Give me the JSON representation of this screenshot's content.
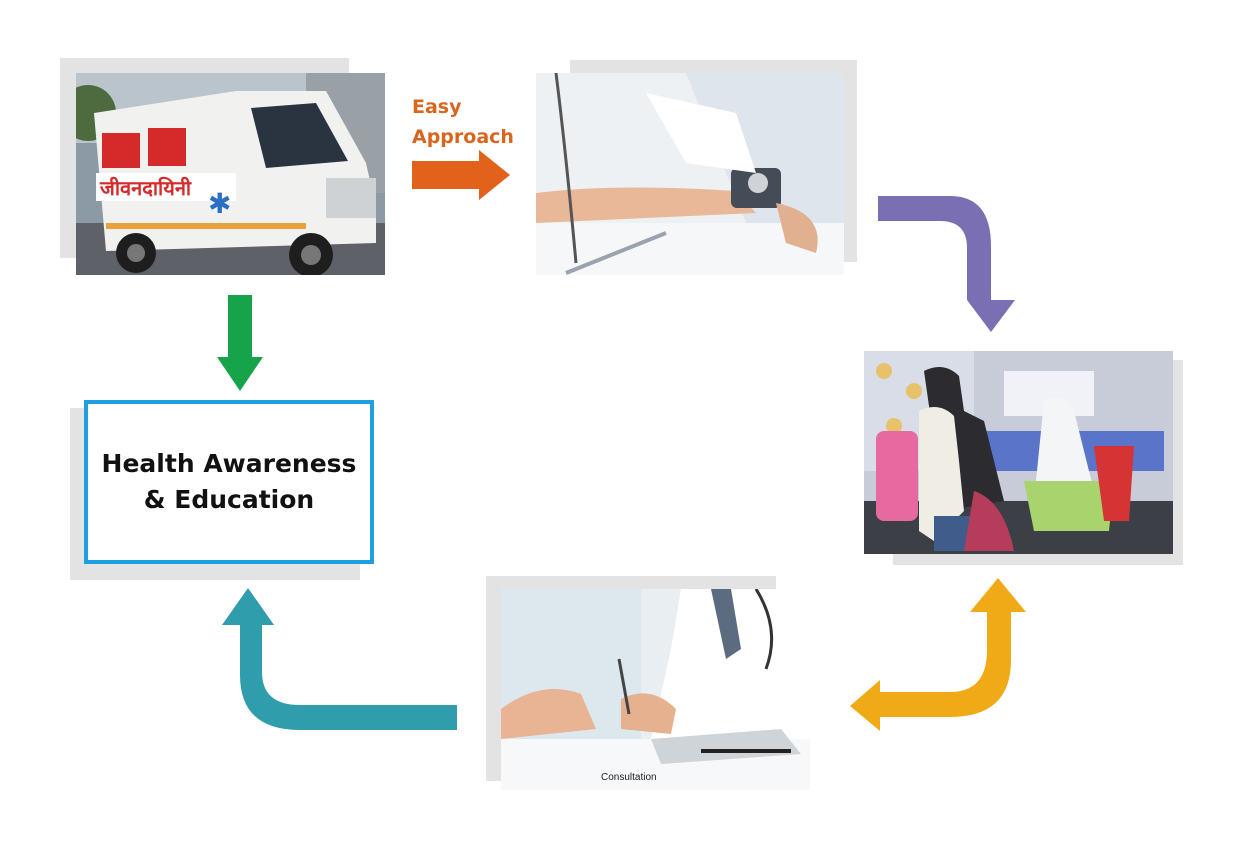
{
  "diagram": {
    "easy_approach": {
      "line1": "Easy",
      "line2": "Approach"
    },
    "awareness_box": {
      "line1": "Health Awareness",
      "line2": "& Education"
    },
    "consultation_caption": "Consultation",
    "colors": {
      "orange_arrow": "#e2621b",
      "purple_arrow": "#7b6fb3",
      "yellow_arrow": "#f0aa17",
      "teal_arrow": "#2f9dab",
      "green_arrow": "#17a34a",
      "box_border": "#1f9ee0",
      "label_orange": "#d9661e"
    },
    "photos": [
      "ambulance-photo",
      "blood-pressure-photo",
      "mobile-clinic-photo",
      "consultation-photo"
    ]
  }
}
